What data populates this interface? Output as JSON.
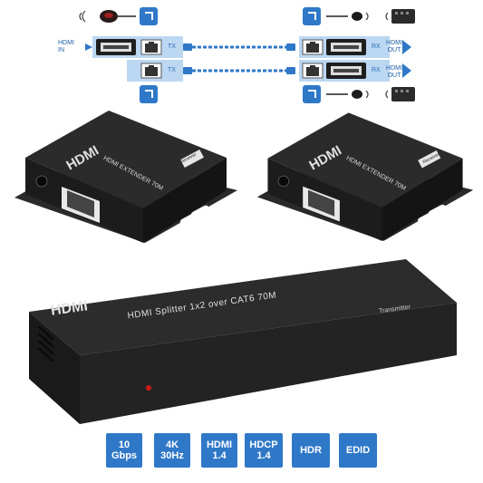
{
  "diagram": {
    "hdmi_in_line1": "HDMI",
    "hdmi_in_line2": "IN",
    "hdmi_out_line1": "HDMI",
    "hdmi_out_line2": "OUT",
    "tx_label": "TX",
    "rx_label": "RX",
    "accent_color": "#2f78c8",
    "light_color": "#bcd7f2"
  },
  "receiver": {
    "logo": "HDMI",
    "model": "HDMI EXTENDER 70M",
    "badge": "Receiver"
  },
  "splitter": {
    "logo": "HDMI",
    "model": "HDMI Splitter 1x2 over CAT6 70M",
    "badge": "Transmitter"
  },
  "features": [
    {
      "line1": "10",
      "line2": "Gbps"
    },
    {
      "line1": "4K",
      "line2": "30Hz"
    },
    {
      "line1": "HDMI",
      "line2": "1.4"
    },
    {
      "line1": "HDCP",
      "line2": "1.4"
    },
    {
      "line1": "HDR",
      "line2": ""
    },
    {
      "line1": "EDID",
      "line2": ""
    }
  ]
}
